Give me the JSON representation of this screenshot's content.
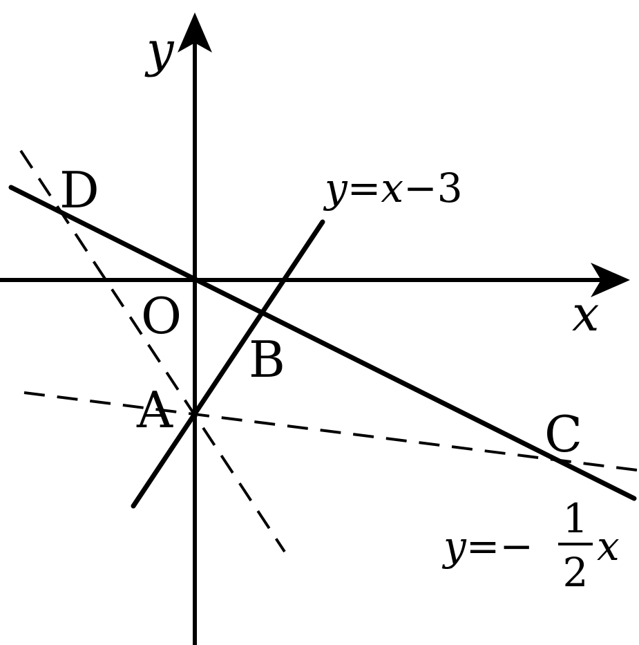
{
  "axes": {
    "x_label": "x",
    "y_label": "y",
    "origin_label": "O"
  },
  "points": {
    "A": "A",
    "B": "B",
    "C": "C",
    "D": "D"
  },
  "lines": {
    "line1": {
      "y": "y",
      "eq": "=",
      "x": "x",
      "rest": "−3"
    },
    "line2": {
      "y": "y",
      "eq": "=−",
      "numerator": "1",
      "denominator": "2",
      "x": "x"
    }
  }
}
